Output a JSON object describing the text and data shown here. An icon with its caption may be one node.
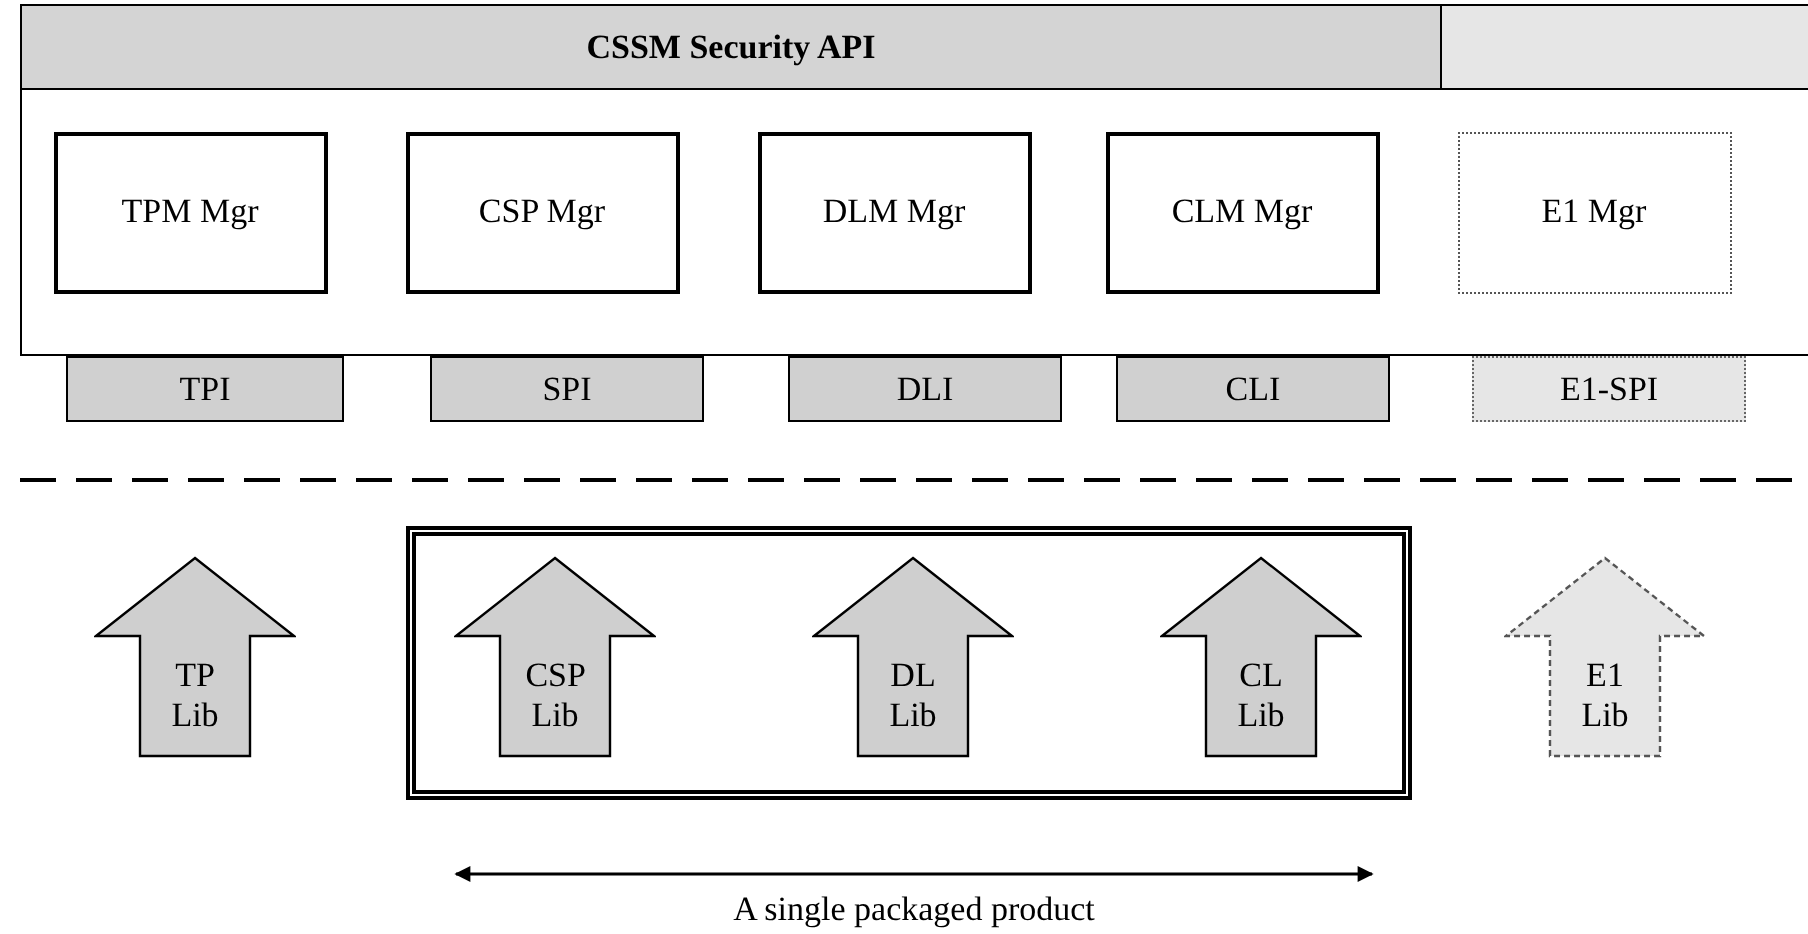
{
  "diagram": {
    "nodes": [
      {
        "text": [
          "CSSM Security API"
        ]
      },
      {
        "text": [
          "TPM Mgr"
        ],
        "in": 0
      },
      {
        "text": [
          "CSP Mgr"
        ],
        "in": 0
      },
      {
        "text": [
          "DLM Mgr"
        ],
        "in": 0
      },
      {
        "text": [
          "CLM Mgr"
        ],
        "in": 0
      },
      {
        "text": [
          "E1 Mgr"
        ],
        "in": 0
      },
      {
        "text": [
          "TPI"
        ]
      },
      {
        "text": [
          "SPI"
        ]
      },
      {
        "text": [
          "DLI"
        ]
      },
      {
        "text": [
          "CLI"
        ]
      },
      {
        "text": [
          "E1-SPI"
        ]
      },
      {
        "text": [
          "TP Lib"
        ]
      },
      {
        "text": [],
        "shape": "box"
      },
      {
        "text": [
          "CSP Lib"
        ],
        "in": 12
      },
      {
        "text": [
          "DL Lib"
        ],
        "in": 12
      },
      {
        "text": [
          "CL Lib"
        ],
        "in": 12
      },
      {
        "text": [
          "E1 Lib"
        ]
      }
    ],
    "edges": [],
    "labels": [
      "A single packaged product"
    ]
  }
}
